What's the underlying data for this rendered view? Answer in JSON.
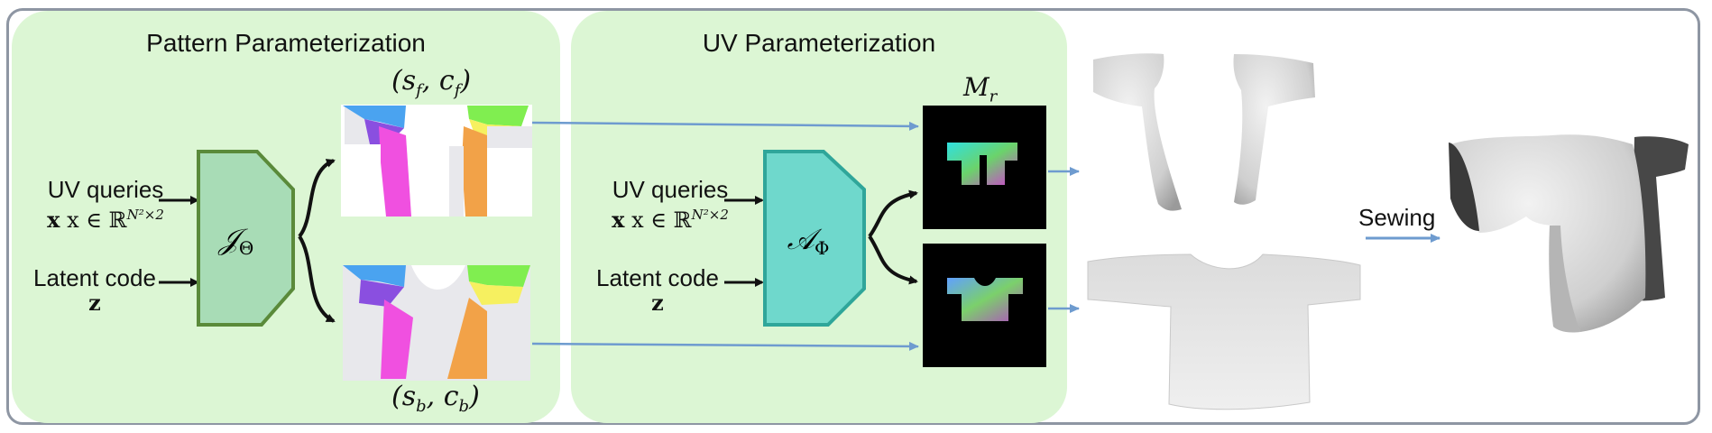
{
  "panels": {
    "pattern_title": "Pattern Parameterization",
    "uv_title": "UV Parameterization"
  },
  "inputs": {
    "uv_queries_label": "UV queries",
    "uv_queries_math": "x ∈ ℝ",
    "uv_queries_sup": "N²×2",
    "latent_label": "Latent code",
    "latent_math": "z"
  },
  "networks": {
    "pattern_symbol": "𝒥",
    "pattern_sub": "Θ",
    "uv_symbol": "𝒜",
    "uv_sub": "Φ"
  },
  "labels": {
    "front": {
      "s": "s",
      "s_sub": "f",
      "c": "c",
      "c_sub": "f"
    },
    "back": {
      "s": "s",
      "s_sub": "b",
      "c": "c",
      "c_sub": "b"
    },
    "mr": {
      "m": "M",
      "m_sub": "r"
    },
    "sewing": "Sewing"
  },
  "colors": {
    "panel_green": "#dcf6d4",
    "pattern_net_fill": "#a8dcb6",
    "pattern_net_stroke": "#5a8a3a",
    "uv_net_fill": "#6fd8cc",
    "uv_net_stroke": "#2fa69a",
    "blue_arrow": "#6e9bcf",
    "frame": "#8e96a3"
  }
}
